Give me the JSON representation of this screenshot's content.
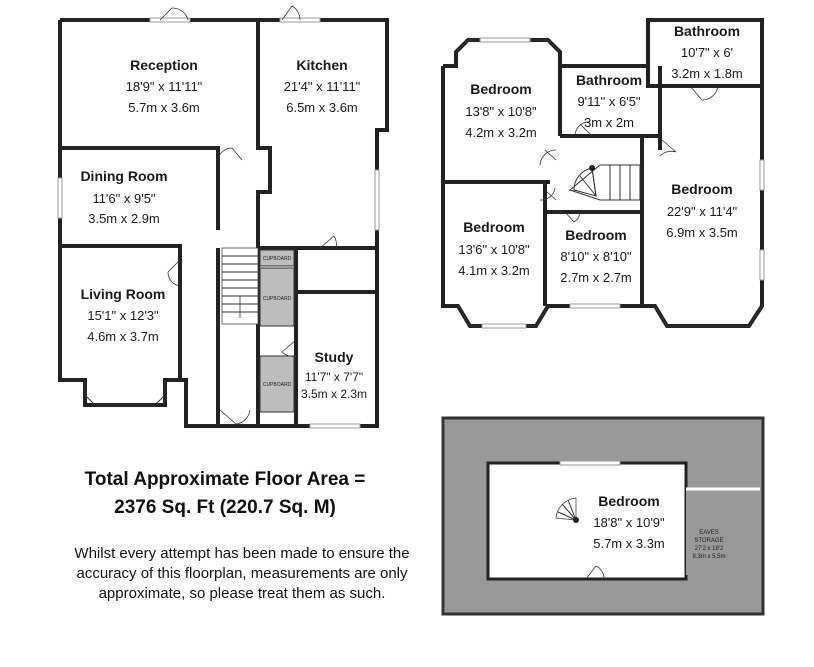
{
  "ground_floor": {
    "rooms": [
      {
        "name": "Reception",
        "imperial": "18'9\" x 11'11\"",
        "metric": "5.7m x 3.6m"
      },
      {
        "name": "Kitchen",
        "imperial": "21'4\" x 11'11\"",
        "metric": "6.5m x 3.6m"
      },
      {
        "name": "Dining Room",
        "imperial": "11'6\" x 9'5\"",
        "metric": "3.5m x 2.9m"
      },
      {
        "name": "Living Room",
        "imperial": "15'1\" x 12'3\"",
        "metric": "4.6m x 3.7m"
      },
      {
        "name": "Study",
        "imperial": "11'7\" x 7'7\"",
        "metric": "3.5m x 2.3m"
      }
    ],
    "cupboard_label": "CUPBOARD"
  },
  "first_floor": {
    "rooms": [
      {
        "name": "Bathroom",
        "imperial": "10'7\" x 6'",
        "metric": "3.2m x 1.8m"
      },
      {
        "name": "Bedroom",
        "imperial": "13'8\" x 10'8\"",
        "metric": "4.2m x 3.2m"
      },
      {
        "name": "Bathroom",
        "imperial": "9'11\" x 6'5\"",
        "metric": "3m x 2m"
      },
      {
        "name": "Bedroom",
        "imperial": "22'9\" x 11'4\"",
        "metric": "6.9m x 3.5m"
      },
      {
        "name": "Bedroom",
        "imperial": "13'6\" x 10'8\"",
        "metric": "4.1m x 3.2m"
      },
      {
        "name": "Bedroom",
        "imperial": "8'10\" x 8'10\"",
        "metric": "2.7m x 2.7m"
      }
    ]
  },
  "second_floor": {
    "rooms": [
      {
        "name": "Bedroom",
        "imperial": "18'8\" x 10'9\"",
        "metric": "5.7m x 3.3m"
      }
    ],
    "eaves": {
      "title": "EAVES",
      "subtitle": "STORAGE",
      "imperial": "27'2 x 18'2",
      "metric": "8.3m x 5.5m"
    }
  },
  "total_area": {
    "line1": "Total Approximate Floor Area =",
    "line2": "2376 Sq. Ft (220.7 Sq. M)"
  },
  "disclaimer": "Whilst every attempt has been made to ensure the accuracy of this floorplan, measurements are only approximate, so please treat them as such.",
  "colors": {
    "wall": "#222222",
    "eaves": "#999999",
    "cupboard": "#bdbdbd",
    "background": "#ffffff"
  }
}
